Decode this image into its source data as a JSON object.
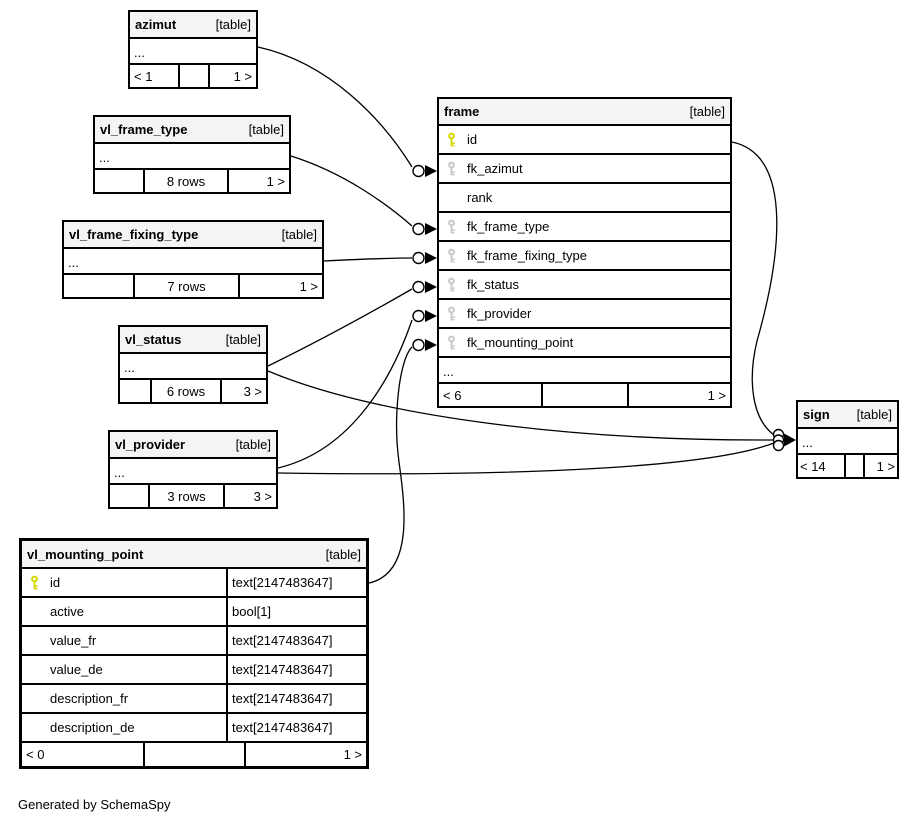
{
  "diagram": {
    "generated_note": "Generated by SchemaSpy"
  },
  "colors": {
    "pk": "#d6d600",
    "fk": "#c8c8c8",
    "header_bg": "#f4f4f4",
    "line": "#000000"
  },
  "tables": {
    "azimut": {
      "name": "azimut",
      "tag": "[table]",
      "ellipsis": "...",
      "footer_left": "< 1",
      "footer_center": "",
      "footer_right": "1 >"
    },
    "vl_frame_type": {
      "name": "vl_frame_type",
      "tag": "[table]",
      "ellipsis": "...",
      "footer_left": "",
      "footer_center": "8 rows",
      "footer_right": "1 >"
    },
    "vl_frame_fixing_type": {
      "name": "vl_frame_fixing_type",
      "tag": "[table]",
      "ellipsis": "...",
      "footer_left": "",
      "footer_center": "7 rows",
      "footer_right": "1 >"
    },
    "vl_status": {
      "name": "vl_status",
      "tag": "[table]",
      "ellipsis": "...",
      "footer_left": "",
      "footer_center": "6 rows",
      "footer_right": "3 >"
    },
    "vl_provider": {
      "name": "vl_provider",
      "tag": "[table]",
      "ellipsis": "...",
      "footer_left": "",
      "footer_center": "3 rows",
      "footer_right": "3 >"
    },
    "frame": {
      "name": "frame",
      "tag": "[table]",
      "ellipsis": "...",
      "footer_left": "< 6",
      "footer_center": "",
      "footer_right": "1 >",
      "columns": [
        {
          "name": "id",
          "key": "pk"
        },
        {
          "name": "fk_azimut",
          "key": "fk"
        },
        {
          "name": "rank",
          "key": ""
        },
        {
          "name": "fk_frame_type",
          "key": "fk"
        },
        {
          "name": "fk_frame_fixing_type",
          "key": "fk"
        },
        {
          "name": "fk_status",
          "key": "fk"
        },
        {
          "name": "fk_provider",
          "key": "fk"
        },
        {
          "name": "fk_mounting_point",
          "key": "fk"
        }
      ]
    },
    "vl_mounting_point": {
      "name": "vl_mounting_point",
      "tag": "[table]",
      "footer_left": "< 0",
      "footer_center": "",
      "footer_right": "1 >",
      "columns": [
        {
          "name": "id",
          "type": "text[2147483647]",
          "key": "pk"
        },
        {
          "name": "active",
          "type": "bool[1]",
          "key": ""
        },
        {
          "name": "value_fr",
          "type": "text[2147483647]",
          "key": ""
        },
        {
          "name": "value_de",
          "type": "text[2147483647]",
          "key": ""
        },
        {
          "name": "description_fr",
          "type": "text[2147483647]",
          "key": ""
        },
        {
          "name": "description_de",
          "type": "text[2147483647]",
          "key": ""
        }
      ]
    },
    "sign": {
      "name": "sign",
      "tag": "[table]",
      "ellipsis": "...",
      "footer_left": "< 14",
      "footer_center": "",
      "footer_right": "1 >"
    }
  }
}
